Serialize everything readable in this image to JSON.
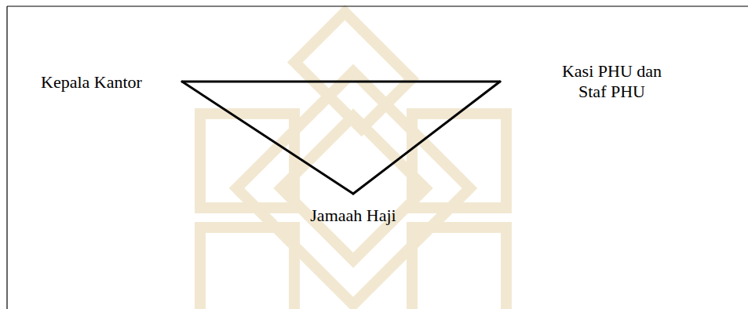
{
  "diagram": {
    "nodes": [
      {
        "text": [
          "Kepala Kantor"
        ]
      },
      {
        "text": [
          "Kasi PHU dan Staf PHU"
        ]
      },
      {
        "text": [
          "Jamaah Haji"
        ]
      }
    ],
    "edges": [
      {
        "from": 0,
        "to": 1,
        "arrow": "none"
      },
      {
        "from": 1,
        "to": 2,
        "arrow": "none"
      },
      {
        "from": 0,
        "to": 2,
        "arrow": "none"
      }
    ]
  }
}
